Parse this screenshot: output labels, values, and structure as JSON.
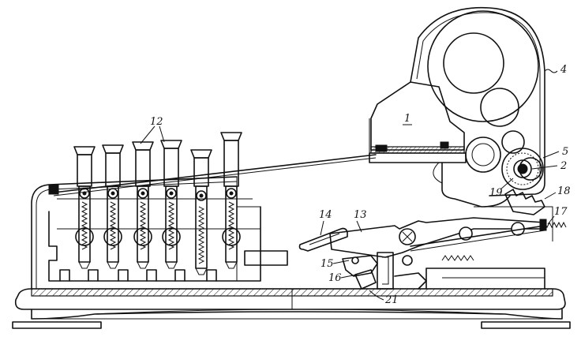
{
  "figure": {
    "labels": {
      "l1": "1",
      "l2": "2",
      "l4": "4",
      "l5": "5",
      "l12": "12",
      "l13": "13",
      "l14": "14",
      "l15": "15",
      "l16": "16",
      "l17": "17",
      "l18": "18",
      "l19": "19",
      "l21": "21"
    },
    "key_count": 6,
    "ink_color": "#111111",
    "paper_color": "#ffffff"
  }
}
